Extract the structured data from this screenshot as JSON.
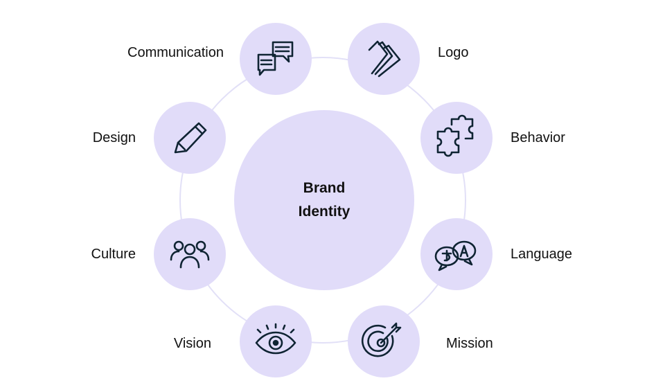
{
  "center": {
    "line1": "Brand",
    "line2": "Identity"
  },
  "nodes": [
    {
      "label": "Communication",
      "icon": "chat-bubbles-icon"
    },
    {
      "label": "Logo",
      "icon": "logo-swoosh-icon"
    },
    {
      "label": "Behavior",
      "icon": "puzzle-icon"
    },
    {
      "label": "Language",
      "icon": "translate-icon"
    },
    {
      "label": "Mission",
      "icon": "target-icon"
    },
    {
      "label": "Vision",
      "icon": "eye-icon"
    },
    {
      "label": "Culture",
      "icon": "people-icon"
    },
    {
      "label": "Design",
      "icon": "pencil-icon"
    }
  ],
  "colors": {
    "fill": "#e1dcf9",
    "ring": "#e2e0f7",
    "icon": "#0f2433"
  }
}
